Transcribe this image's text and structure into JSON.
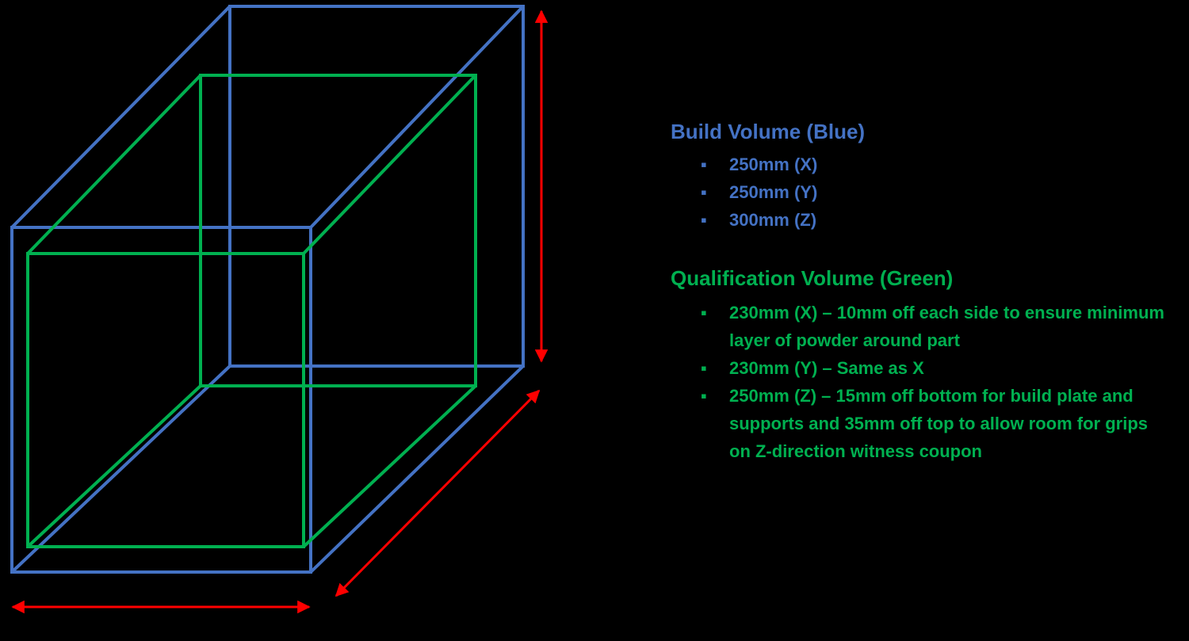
{
  "colors": {
    "background": "#000000",
    "build_blue": "#4472c4",
    "qual_green": "#00b050",
    "arrow_red": "#ff0000"
  },
  "legend": {
    "bullet": "▪",
    "build": {
      "title": "Build Volume (Blue)",
      "items": [
        "250mm (X)",
        "250mm (Y)",
        "300mm (Z)"
      ]
    },
    "qualification": {
      "title": "Qualification Volume (Green)",
      "items": [
        "230mm (X) – 10mm off each side to ensure minimum layer of powder around part",
        "230mm (Y) – Same as X",
        "250mm (Z) – 15mm off bottom for build plate and supports and 35mm off top to allow room for grips on Z-direction witness coupon"
      ]
    }
  }
}
